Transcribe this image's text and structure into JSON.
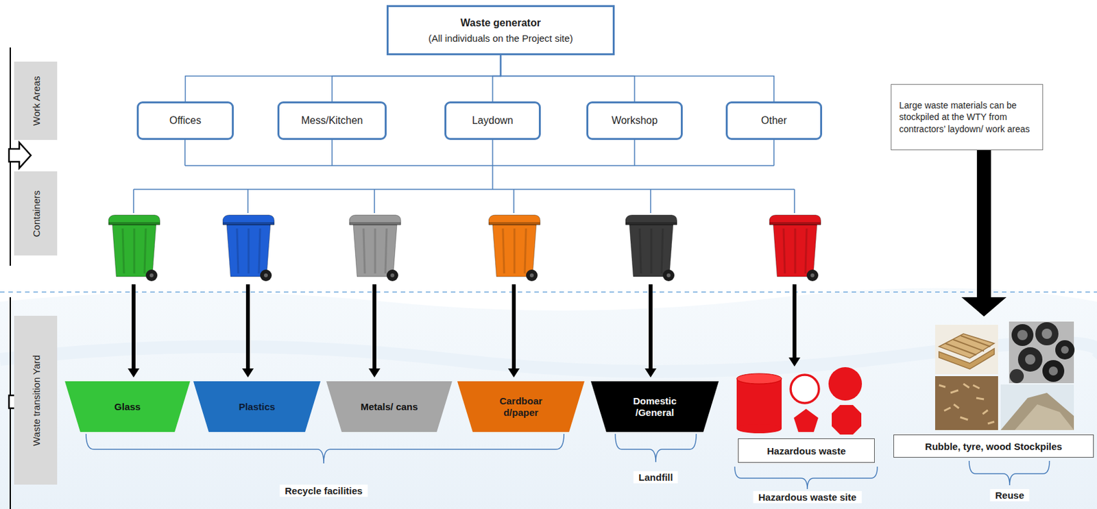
{
  "diagram": {
    "nodes": [
      {
        "text": [
          "Waste generator",
          "(All individuals on the Project site)"
        ]
      },
      {
        "text": [
          "Work Areas"
        ]
      },
      {
        "text": [
          "Offices"
        ]
      },
      {
        "text": [
          "Mess/Kitchen"
        ]
      },
      {
        "text": [
          "Laydown"
        ]
      },
      {
        "text": [
          "Workshop"
        ]
      },
      {
        "text": [
          "Other"
        ]
      },
      {
        "text": [
          "Large waste materials can be stockpiled at the WTY from contractors’ laydown/ work areas"
        ]
      },
      {
        "text": [
          "Containers"
        ]
      },
      {
        "text": [
          "Waste transition Yard"
        ]
      },
      {
        "text": [
          "Glass"
        ]
      },
      {
        "text": [
          "Plastics"
        ]
      },
      {
        "text": [
          "Metals/ cans"
        ]
      },
      {
        "text": [
          "Cardboar d/paper"
        ]
      },
      {
        "text": [
          "Domestic /General"
        ]
      },
      {
        "text": [
          "Hazardous waste"
        ]
      },
      {
        "text": [
          "Rubble, tyre, wood Stockpiles"
        ]
      }
    ],
    "edges": [
      {
        "from": 0,
        "to": 2,
        "arrow": "none"
      },
      {
        "from": 0,
        "to": 3,
        "arrow": "none"
      },
      {
        "from": 0,
        "to": 4,
        "arrow": "none"
      },
      {
        "from": 0,
        "to": 5,
        "arrow": "none"
      },
      {
        "from": 0,
        "to": 6,
        "arrow": "none"
      }
    ],
    "labels": [
      "Recycle facilities",
      "Landfill",
      "Hazardous waste site",
      "Reuse"
    ]
  }
}
